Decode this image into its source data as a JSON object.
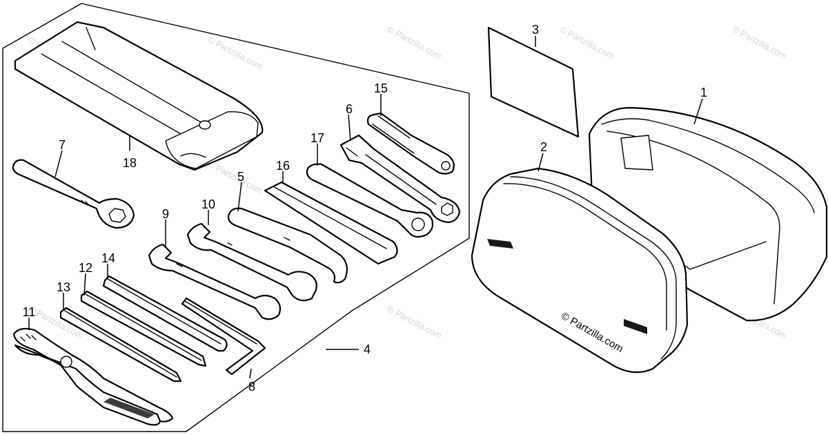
{
  "diagram": {
    "watermark_text": "© Partzilla.com",
    "brand_label": "© Partzilla.com",
    "callouts": [
      {
        "id": "c1",
        "label": "1"
      },
      {
        "id": "c2",
        "label": "2"
      },
      {
        "id": "c3",
        "label": "3"
      },
      {
        "id": "c4",
        "label": "4"
      },
      {
        "id": "c5",
        "label": "5"
      },
      {
        "id": "c6",
        "label": "6"
      },
      {
        "id": "c7",
        "label": "7"
      },
      {
        "id": "c8",
        "label": "8"
      },
      {
        "id": "c9",
        "label": "9"
      },
      {
        "id": "c10",
        "label": "10"
      },
      {
        "id": "c11",
        "label": "11"
      },
      {
        "id": "c12",
        "label": "12"
      },
      {
        "id": "c13",
        "label": "13"
      },
      {
        "id": "c14",
        "label": "14"
      },
      {
        "id": "c15",
        "label": "15"
      },
      {
        "id": "c16",
        "label": "16"
      },
      {
        "id": "c17",
        "label": "17"
      },
      {
        "id": "c18",
        "label": "18"
      }
    ],
    "colors": {
      "ink": "#000000",
      "watermark": "#d6d6d6",
      "background": "#ffffff"
    }
  }
}
